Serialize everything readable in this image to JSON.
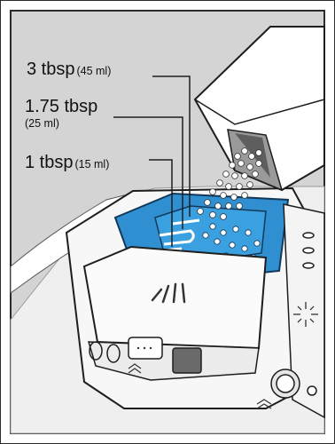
{
  "labels": {
    "three_tbsp": {
      "main": "3 tbsp",
      "sub": "(45 ml)"
    },
    "one_three_quarters_tbsp": {
      "main": "1.75 tbsp",
      "sub": "(25 ml)"
    },
    "one_tbsp": {
      "main": "1 tbsp",
      "sub": "(15 ml)"
    }
  },
  "colors": {
    "background_gray": "#d4d4d4",
    "frame_outline": "#2b2b2b",
    "reservoir_blue": "#2f8fd0",
    "reservoir_outline": "#13395a",
    "appliance_white": "#f7f7f7",
    "line_dark": "#1e1e1e"
  },
  "icons": [
    "salt-carton-icon",
    "salt-granules-icon",
    "rinse-aid-dispenser-icon",
    "wash-arms-icon",
    "sparkle-indicator-icon"
  ]
}
